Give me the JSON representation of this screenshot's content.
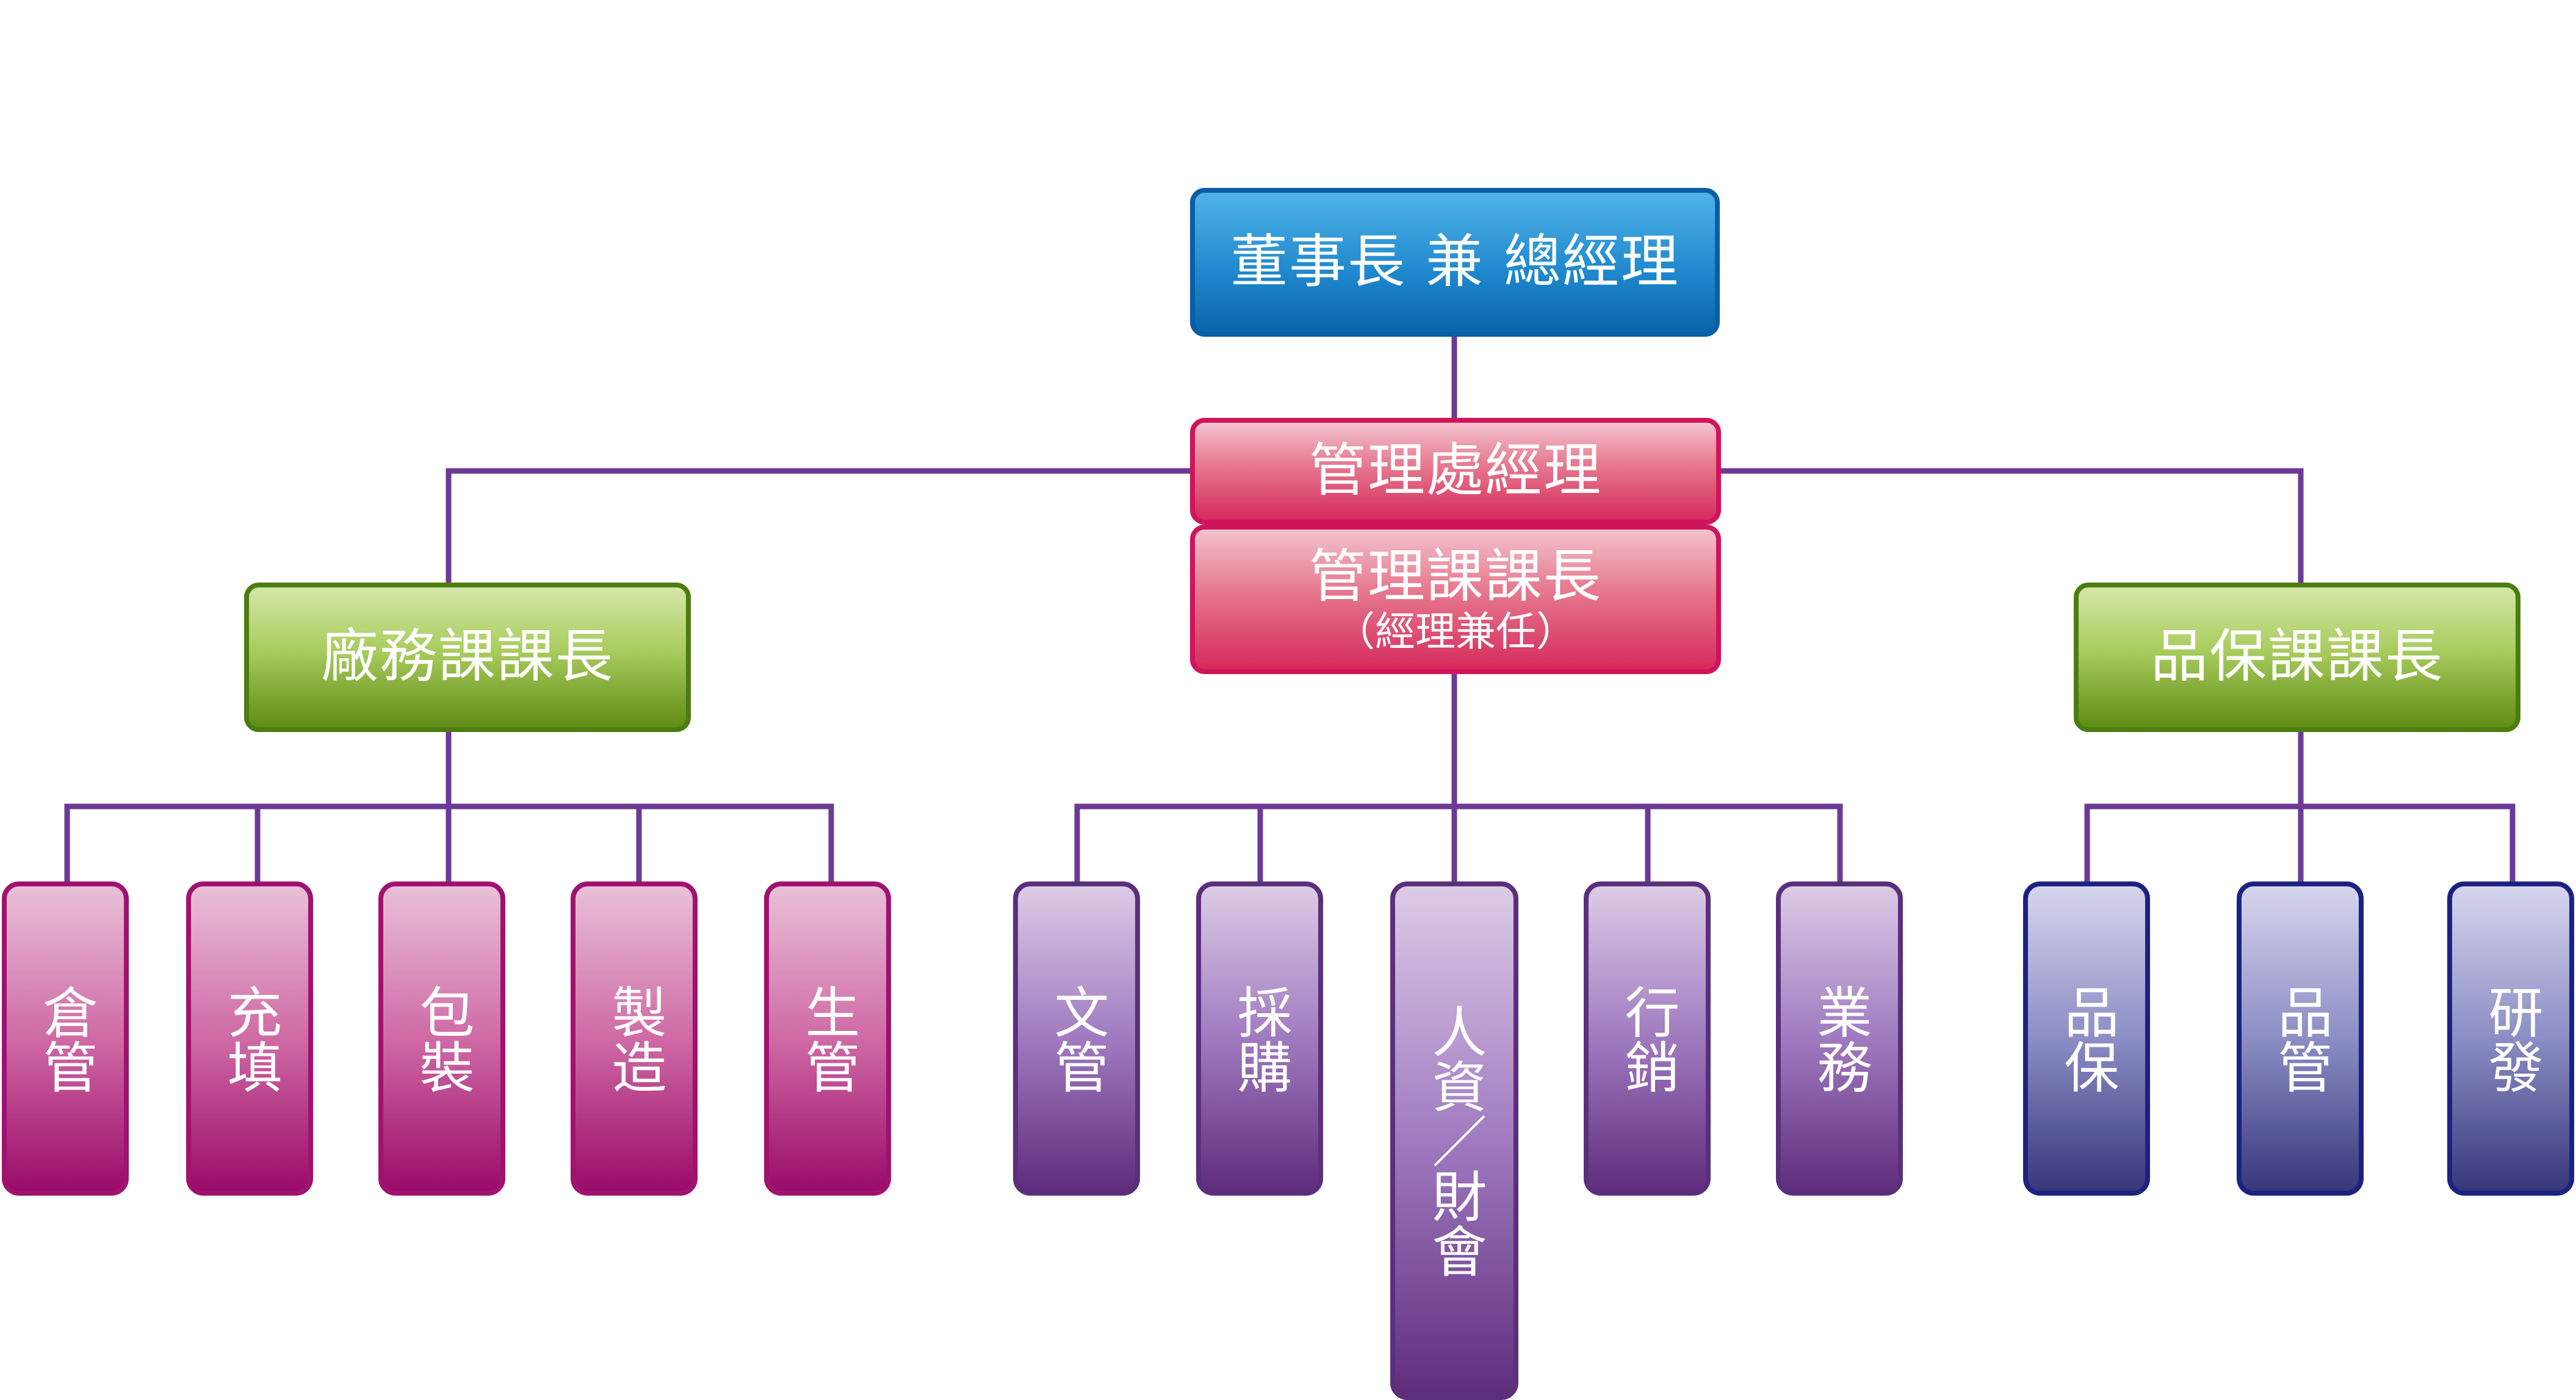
{
  "org_chart": {
    "ceo": "董事長 兼 總經理",
    "admin_manager": "管理處經理",
    "admin_section": {
      "title": "管理課課長",
      "note": "（經理兼任）"
    },
    "factory_section": "廠務課課長",
    "qa_section": "品保課課長",
    "factory_units": [
      "倉管",
      "充填",
      "包裝",
      "製造",
      "生管"
    ],
    "admin_units": [
      "文管",
      "採購",
      "人資／財會",
      "行銷",
      "業務"
    ],
    "qa_units": [
      "品保",
      "品管",
      "研發"
    ]
  },
  "colors": {
    "connector": "#6b3a96",
    "ceo": "#1d86cc",
    "admin": "#d62a5b",
    "factory": "#6f9c1f",
    "factory_units": "#9a0b6a",
    "admin_units": "#5f2d7c",
    "qa_units": "#37377b"
  }
}
